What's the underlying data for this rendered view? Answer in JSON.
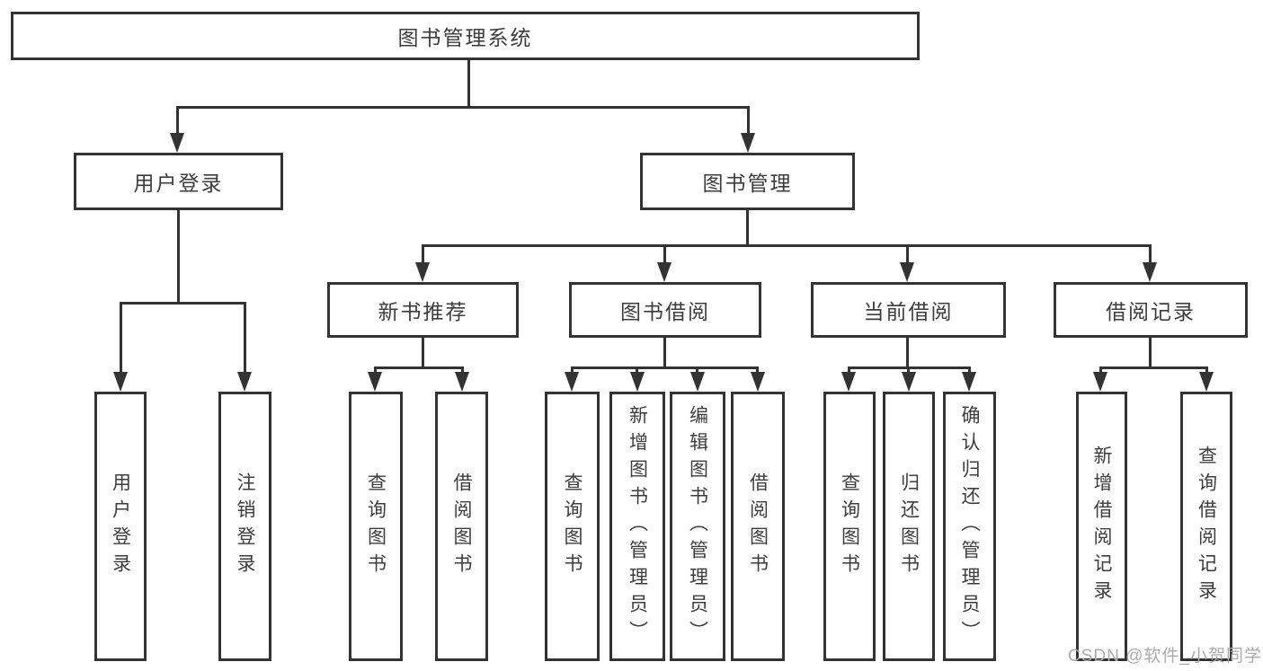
{
  "diagram_title": "图书管理系统",
  "nodes": {
    "root": {
      "label": "图书管理系统"
    },
    "user_login": {
      "label": "用户登录"
    },
    "book_mgmt": {
      "label": "图书管理"
    },
    "new_rec": {
      "label": "新书推荐"
    },
    "book_borrow": {
      "label": "图书借阅"
    },
    "current_borrow": {
      "label": "当前借阅"
    },
    "borrow_records": {
      "label": "借阅记录"
    },
    "leaf_user_login": {
      "label": "用户登录"
    },
    "leaf_logout": {
      "label": "注销登录"
    },
    "leaf_query_book_1": {
      "label": "查询图书"
    },
    "leaf_borrow_book_1": {
      "label": "借阅图书"
    },
    "leaf_query_book_2": {
      "label": "查询图书"
    },
    "leaf_add_book": {
      "label": "新增图书（管理员）"
    },
    "leaf_edit_book": {
      "label": "编辑图书（管理员）"
    },
    "leaf_borrow_book_2": {
      "label": "借阅图书"
    },
    "leaf_query_book_3": {
      "label": "查询图书"
    },
    "leaf_return_book": {
      "label": "归还图书"
    },
    "leaf_confirm_return": {
      "label": "确认归还（管理员）"
    },
    "leaf_add_record": {
      "label": "新增借阅记录"
    },
    "leaf_query_record": {
      "label": "查询借阅记录"
    }
  },
  "hierarchy": {
    "图书管理系统": {
      "用户登录": [
        "用户登录",
        "注销登录"
      ],
      "图书管理": {
        "新书推荐": [
          "查询图书",
          "借阅图书"
        ],
        "图书借阅": [
          "查询图书",
          "新增图书（管理员）",
          "编辑图书（管理员）",
          "借阅图书"
        ],
        "当前借阅": [
          "查询图书",
          "归还图书",
          "确认归还（管理员）"
        ],
        "借阅记录": [
          "新增借阅记录",
          "查询借阅记录"
        ]
      }
    }
  },
  "watermark": {
    "text": "CSDN @软件_小贺同学"
  },
  "colors": {
    "line": "#333333",
    "text": "#3d3d3d",
    "watermark": "#ababab",
    "background": "#ffffff"
  }
}
